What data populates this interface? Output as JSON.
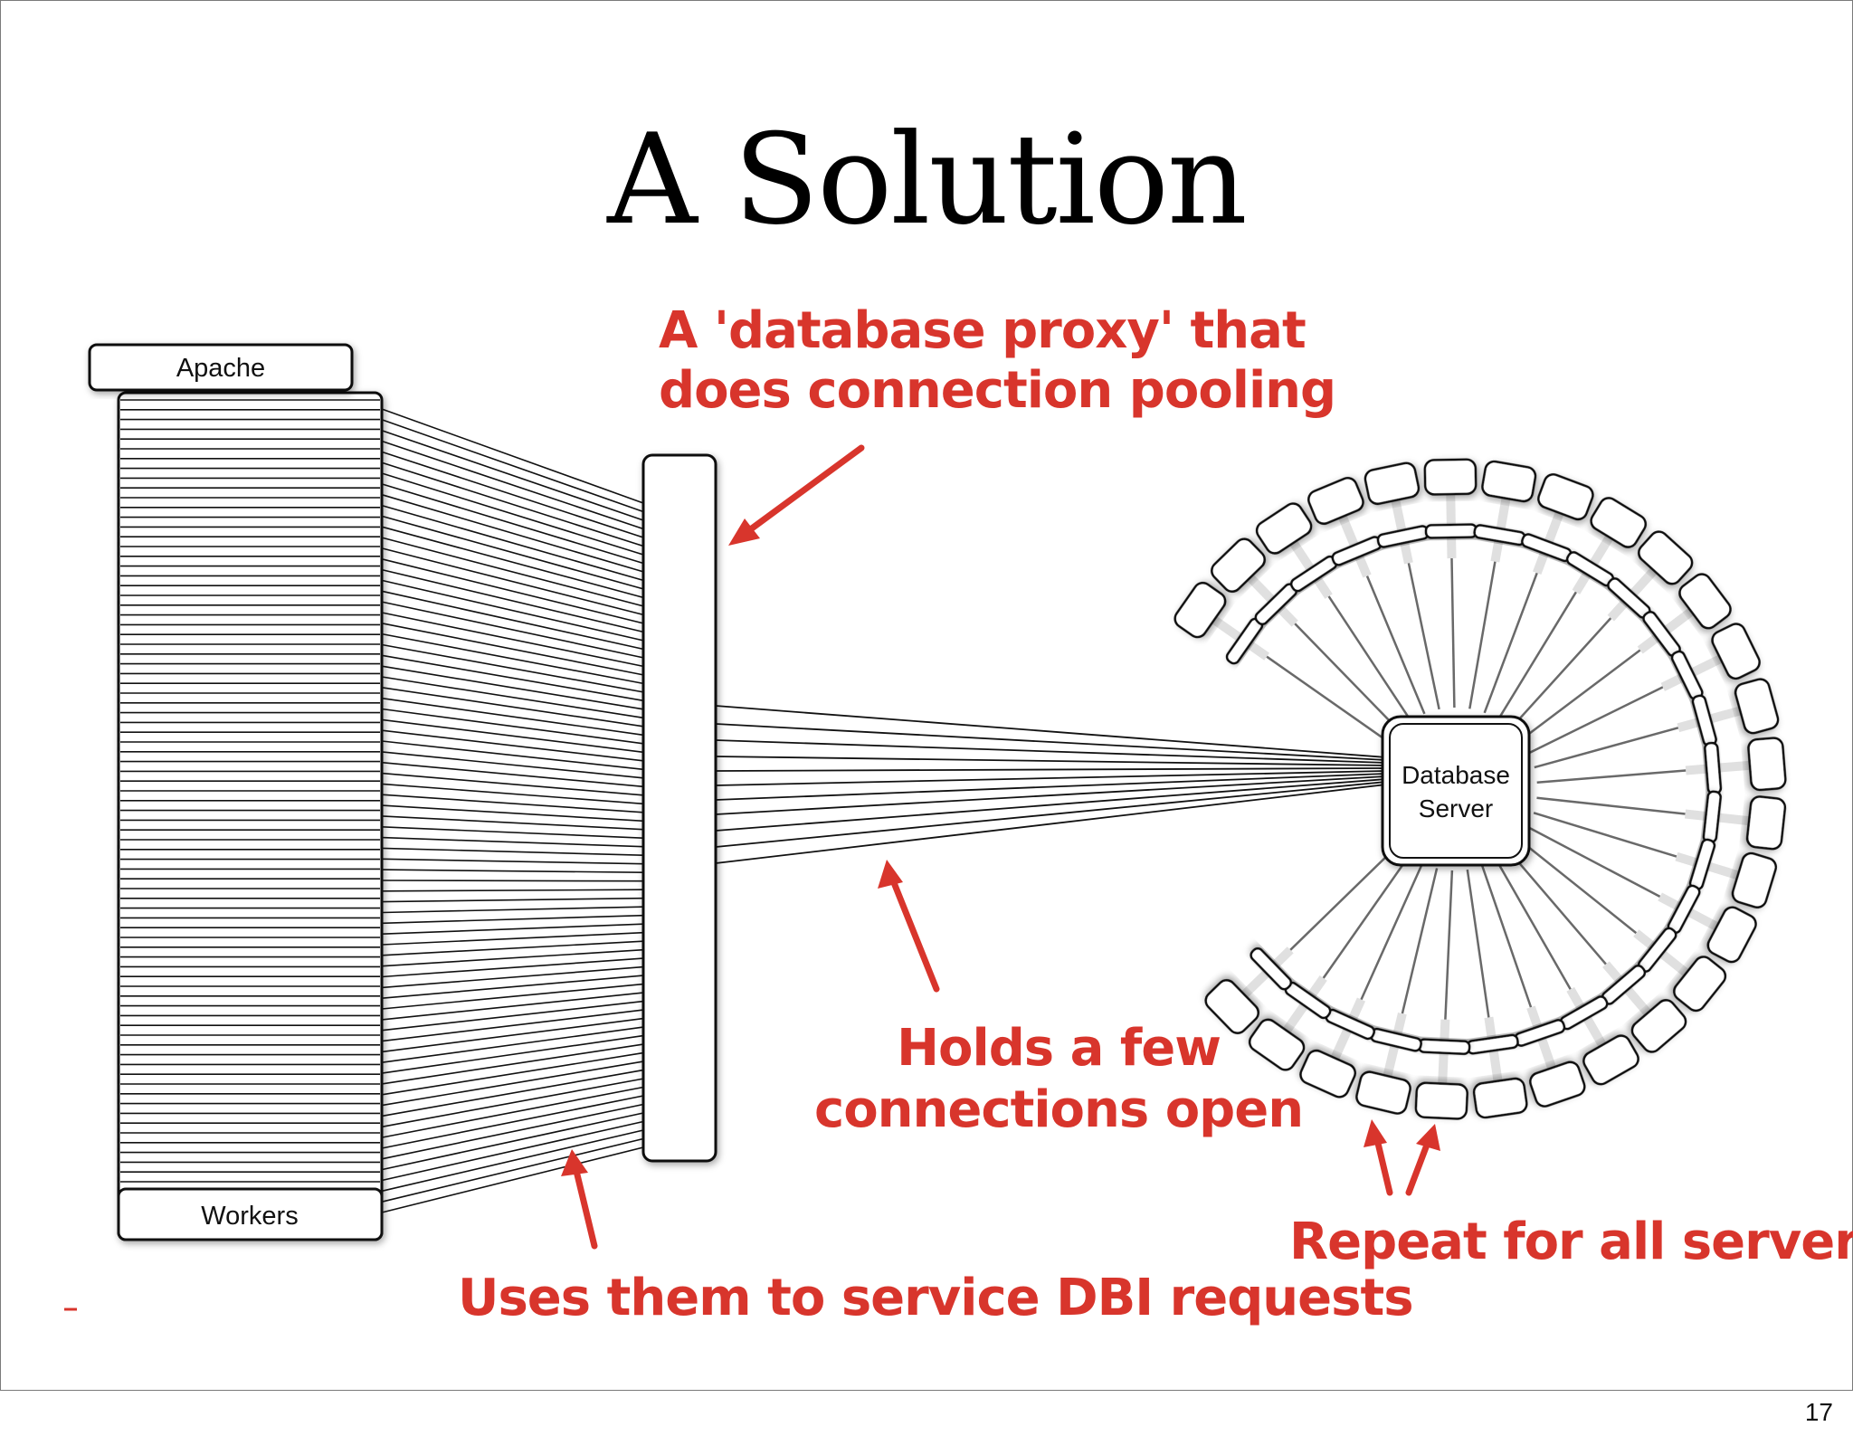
{
  "slide": {
    "title": "A Solution",
    "page_number": "17"
  },
  "diagram": {
    "apache_label": "Apache",
    "workers_label": "Workers",
    "database_label_line1": "Database",
    "database_label_line2": "Server",
    "annotation_color": "#d8352c"
  },
  "notes": {
    "proxy_line1": "A 'database proxy' that",
    "proxy_line2": "does connection pooling",
    "few_line1": "Holds a few",
    "few_line2": "connections open",
    "uses": "Uses them to service DBI requests",
    "repeat": "Repeat for all servers"
  }
}
